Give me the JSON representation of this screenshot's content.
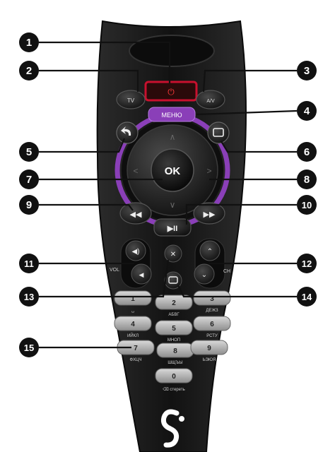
{
  "buttons": {
    "power": "⏻",
    "tv": "TV",
    "av": "A/V",
    "menu": "МЕНЮ",
    "ok": "OK",
    "play_pause": "▶II",
    "vol": "VOL",
    "ch": "CH",
    "erase": "стереть"
  },
  "keypad": [
    {
      "digit": "1",
      "letters": "␣"
    },
    {
      "digit": "2",
      "letters": "АБВГ"
    },
    {
      "digit": "3",
      "letters": "ДЕЖЗ"
    },
    {
      "digit": "4",
      "letters": "ИЙКЛ"
    },
    {
      "digit": "5",
      "letters": "МНОП"
    },
    {
      "digit": "6",
      "letters": "РСТУ"
    },
    {
      "digit": "7",
      "letters": "ФХЦЧ"
    },
    {
      "digit": "8",
      "letters": "ШЩЪЫ"
    },
    {
      "digit": "9",
      "letters": "ЬЭЮЯ"
    },
    {
      "digit": "0",
      "letters": ""
    }
  ],
  "callouts": [
    "1",
    "2",
    "3",
    "4",
    "5",
    "6",
    "7",
    "8",
    "9",
    "10",
    "11",
    "12",
    "13",
    "14",
    "15"
  ],
  "colors": {
    "body": "#1a1a1a",
    "accent_purple": "#8a3fb8",
    "power_red": "#c8102e",
    "key_gray": "#b8b8b8",
    "callout": "#111111"
  },
  "icons": {
    "logo": "mts-egg-logo",
    "back": "back-arrow-icon",
    "switch": "switch-icon",
    "mute": "mute-icon",
    "subtitles": "subtitles-icon"
  }
}
